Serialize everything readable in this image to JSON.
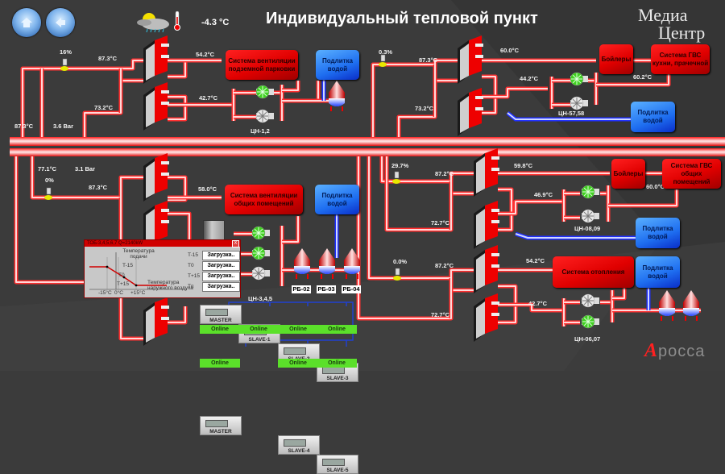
{
  "header": {
    "title": "Индивидуальный тепловой пункт",
    "outside_temperature": "-4.3 °C",
    "weather_icon": "cloud-sun-rain-icon",
    "thermometer_icon": "thermometer-icon",
    "home_button_icon": "home-icon",
    "back_button_icon": "back-arrow-icon",
    "logo_line1": "Медиа",
    "logo_line2": "Центр"
  },
  "main_header": {
    "supply_temp": "87.3°C",
    "supply_pressure": "3.6 Bar",
    "return_temp": "77.1°C",
    "return_pressure": "3.1 Bar"
  },
  "circuits": {
    "parking_ventilation": {
      "valve_opening": "16%",
      "supply_in": "87.3°C",
      "return_out": "73.2°C",
      "secondary_supply": "54.2°C",
      "secondary_return": "42.7°C",
      "system_label": "Система вентиляции подземной парковки",
      "makeup_label": "Подлитка водой",
      "pumps_label": "ЦН-1,2",
      "pumps": [
        {
          "state": "on"
        },
        {
          "state": "off"
        }
      ]
    },
    "dhw_kitchen": {
      "valve_opening": "0.3%",
      "supply_in": "87.3°C",
      "return_out": "73.2°C",
      "secondary_supply": "60.0°C",
      "secondary_return": "44.2°C",
      "boiler_out": "60.2°C",
      "boiler_label": "Бойлеры",
      "system_label": "Система ГВС кухни, прачечной",
      "makeup_label": "Подлитка водой",
      "pumps_label": "ЦН-57,58",
      "pumps": [
        {
          "state": "on"
        },
        {
          "state": "off"
        }
      ]
    },
    "common_ventilation": {
      "valve_opening": "0%",
      "supply_in": "87.3°C",
      "secondary_supply": "58.0°C",
      "system_label": "Система вентиляции общих помещений",
      "makeup_label": "Подлитка водой",
      "pumps_label": "ЦН-3,4,5",
      "pumps": [
        {
          "state": "on"
        },
        {
          "state": "on"
        },
        {
          "state": "off"
        }
      ],
      "tanks": [
        "РБ-02",
        "РБ-03",
        "РБ-04"
      ]
    },
    "dhw_common": {
      "valve_opening": "29.7%",
      "supply_in": "87.2°C",
      "return_out": "72.7°C",
      "secondary_supply": "59.8°C",
      "secondary_return": "46.9°C",
      "boiler_out": "60.0°C",
      "boiler_label": "Бойлеры",
      "system_label": "Система ГВС общих помещений",
      "makeup_label": "Подлитка водой",
      "pumps_label": "ЦН-08,09",
      "pumps": [
        {
          "state": "on"
        },
        {
          "state": "off"
        }
      ]
    },
    "heating": {
      "valve_opening": "0.0%",
      "supply_in": "87.2°C",
      "return_out": "72.7°C",
      "secondary_supply": "54.2°C",
      "secondary_return": "42.7°C",
      "system_label": "Система отопления",
      "makeup_label": "Подлитка водой",
      "pumps_label": "ЦН-06,07",
      "pumps": [
        {
          "state": "off"
        },
        {
          "state": "on"
        }
      ]
    }
  },
  "heating_curve_panel": {
    "title": "ТОБ-3,4,5,6,7 Q=2140kW",
    "close": "X",
    "y_axis": "Температура подачи",
    "x_axis": "Температура наружного воздуха",
    "curve_points": [
      "T-15",
      "T0",
      "T+15"
    ],
    "x_ticks": [
      "-15°C",
      "0°C",
      "+15°C"
    ],
    "rows": [
      {
        "label": "T-15",
        "value": "Загрузка.."
      },
      {
        "label": "T0",
        "value": "Загрузка.."
      },
      {
        "label": "T+15",
        "value": "Загрузка.."
      },
      {
        "label": "Tп",
        "value": "Загрузка.."
      }
    ]
  },
  "controllers": [
    {
      "name": "MASTER",
      "status": "Online"
    },
    {
      "name": "SLAVE-1",
      "status": "Online"
    },
    {
      "name": "SLAVE-2",
      "status": "Online"
    },
    {
      "name": "SLAVE-3",
      "status": "Online"
    },
    {
      "name": "MASTER",
      "status": "Online"
    },
    {
      "name": "SLAVE-4",
      "status": "Online"
    },
    {
      "name": "SLAVE-5",
      "status": "Online"
    }
  ],
  "footer": {
    "brand_a": "A",
    "brand_rest": "росса"
  },
  "colors": {
    "pipe_hot": "#ff3b3b",
    "pipe_core": "#ffd6d6",
    "makeup_water": "#3050ff",
    "system_box": "#ee0000",
    "makeup_box": "#2b7cf5",
    "online": "#5be02a",
    "background": "#3b3b3b"
  }
}
